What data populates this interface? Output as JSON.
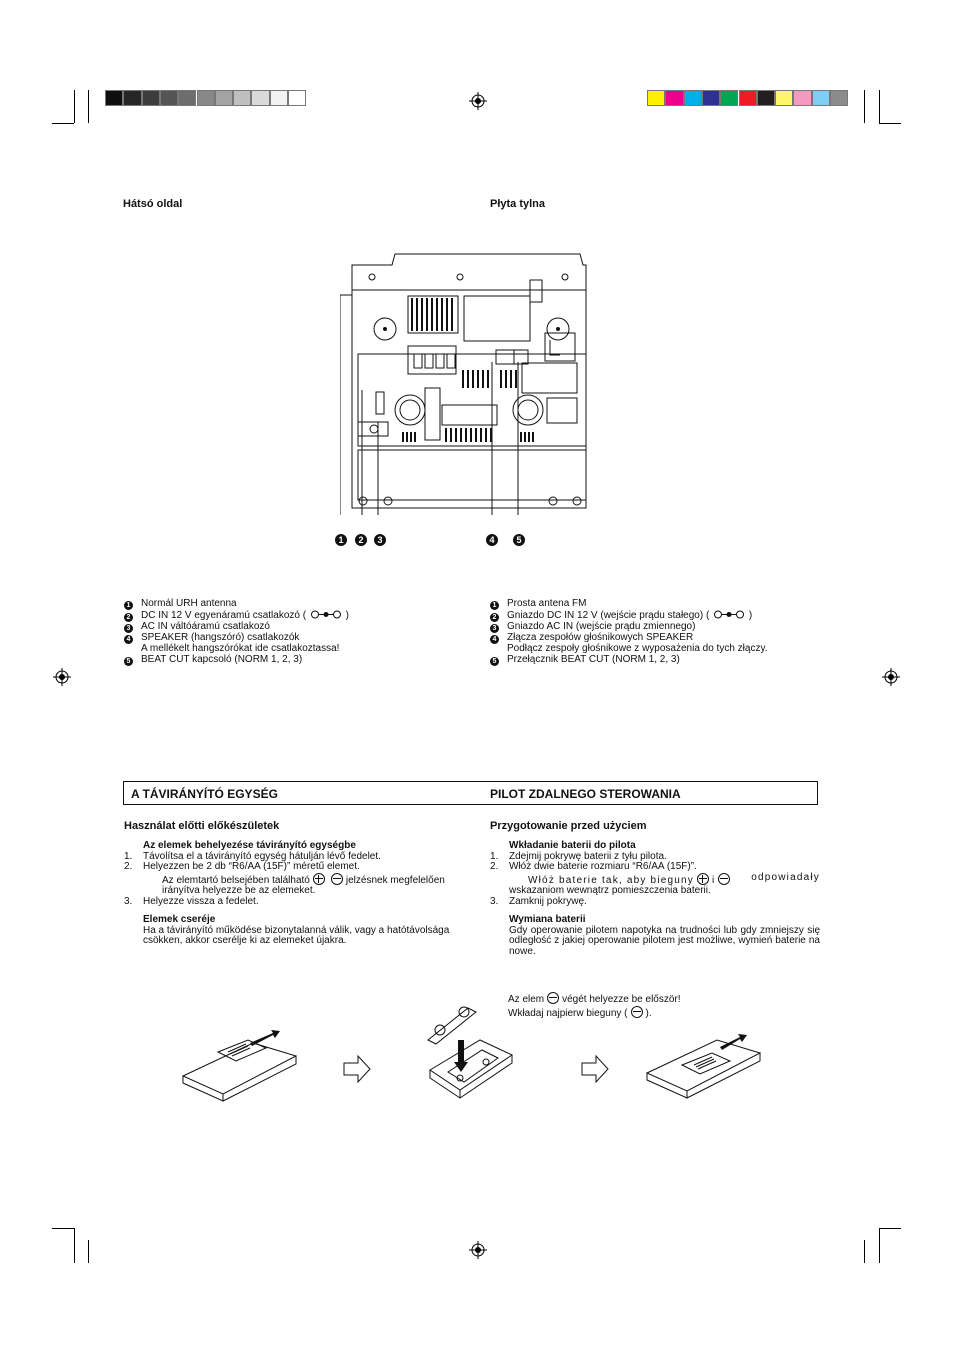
{
  "colors": {
    "gray_bar": [
      "#0f0f0f",
      "#262626",
      "#3c3c3c",
      "#545454",
      "#6d6d6d",
      "#888888",
      "#a3a3a3",
      "#bfbfbf",
      "#d9d9d9",
      "#f2f2f2",
      "#ffffff"
    ],
    "color_bar": [
      "#ffef00",
      "#ec008c",
      "#00aeef",
      "#2e3192",
      "#00a651",
      "#ed1c24",
      "#231f20",
      "#fff568",
      "#f49ac1",
      "#7ecdf4",
      "#8c8c8c"
    ]
  },
  "rear": {
    "hu_title": "Hátsó oldal",
    "pl_title": "Płyta tylna",
    "callouts": [
      "1",
      "2",
      "3",
      "4",
      "5"
    ],
    "hu_items": [
      {
        "n": "1",
        "text": "Normál URH antenna"
      },
      {
        "n": "2",
        "text": "DC IN 12 V egyenáramú csatlakozó (",
        "tail": ")"
      },
      {
        "n": "3",
        "text": "AC IN váltóáramú csatlakozó"
      },
      {
        "n": "4",
        "text": "SPEAKER (hangszóró) csatlakozók"
      },
      {
        "n": "",
        "text": "A mellékelt hangszórókat ide csatlakoztassa!"
      },
      {
        "n": "5",
        "text": "BEAT CUT kapcsoló (NORM 1, 2, 3)"
      }
    ],
    "pl_items": [
      {
        "n": "1",
        "text": "Prosta antena FM"
      },
      {
        "n": "2",
        "text": "Gniazdo DC IN 12 V (wejście prądu stałego) (",
        "tail": ")"
      },
      {
        "n": "3",
        "text": "Gniazdo AC IN (wejście prądu zmiennego)"
      },
      {
        "n": "4",
        "text": "Złącza zespołów głośnikowych SPEAKER"
      },
      {
        "n": "",
        "text": "Podłącz zespoły głośnikowe z wyposażenia do tych złączy."
      },
      {
        "n": "5",
        "text": "Przełącznik BEAT CUT (NORM 1, 2, 3)"
      }
    ]
  },
  "remote": {
    "hu_banner": "A  TÁVIRÁNYÍTÓ EGYSÉG",
    "pl_banner": "PILOT ZDALNEGO STEROWANIA",
    "hu": {
      "heading": "Használat előtti előkészületek",
      "sub1": "Az elemek behelyezése távirányító egységbe",
      "step1": "Távolítsa el a távirányító egység hátulján lévő fedelet.",
      "step2": "Helyezzen be 2 db “R6/AA (15F)” méretű elemet.",
      "step2b_pre": "Az elemtartó belsejében található",
      "step2b_post": "jelzésnek megfelelően",
      "step2c": "irányítva helyezze be az elemeket.",
      "step3": "Helyezze vissza a fedelet.",
      "sub2": "Elemek cseréje",
      "para": "Ha a távirányító működése bizonytalanná válik, vagy a hatótávolsága csökken, akkor cserélje ki az elemeket újakra."
    },
    "pl": {
      "heading": "Przygotowanie przed użyciem",
      "sub1": "Wkładanie baterii do pilota",
      "step1": "Zdejmij pokrywę baterii z tyłu pilota.",
      "step2": "Włóż dwie baterie rozmiaru “R6/AA (15F)”.",
      "step2b_pre": "Włóż baterie tak, aby bieguny",
      "step2b_mid": "i",
      "step2b_post": "odpowiadały",
      "step2c": "wskazaniom wewnątrz pomieszczenia baterii.",
      "step3": "Zamknij pokrywę.",
      "sub2": "Wymiana baterii",
      "para": "Gdy operowanie pilotem napotyka na trudności lub gdy zmniejszy się odległość z jakiej operowanie pilotem jest możliwe, wymień baterie na nowe."
    },
    "note_hu_pre": "Az elem",
    "note_hu_post": "végét helyezze be először!",
    "note_pl_pre": "Wkładaj najpierw bieguny (",
    "note_pl_post": ")."
  },
  "n1": "1.",
  "n2": "2.",
  "n3": "3."
}
